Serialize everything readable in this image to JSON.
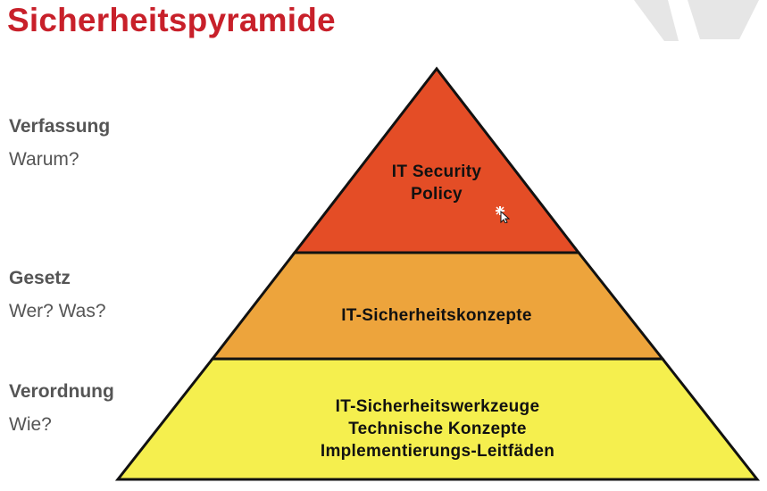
{
  "title": "Sicherheitspyramide",
  "levels": [
    {
      "name": "Verfassung",
      "question": "Warum?"
    },
    {
      "name": "Gesetz",
      "question": "Wer? Was?"
    },
    {
      "name": "Verordnung",
      "question": "Wie?"
    }
  ],
  "tiers": [
    {
      "lines": [
        "IT Security",
        "Policy"
      ],
      "color": "#e44d26"
    },
    {
      "lines": [
        "IT-Sicherheitskonzepte"
      ],
      "color": "#eda43c"
    },
    {
      "lines": [
        "IT-Sicherheitswerkzeuge",
        "Technische Konzepte",
        "Implementierungs-Leitfäden"
      ],
      "color": "#f5ef4e"
    }
  ],
  "colors": {
    "title": "#c8202a",
    "outline": "#111111"
  }
}
